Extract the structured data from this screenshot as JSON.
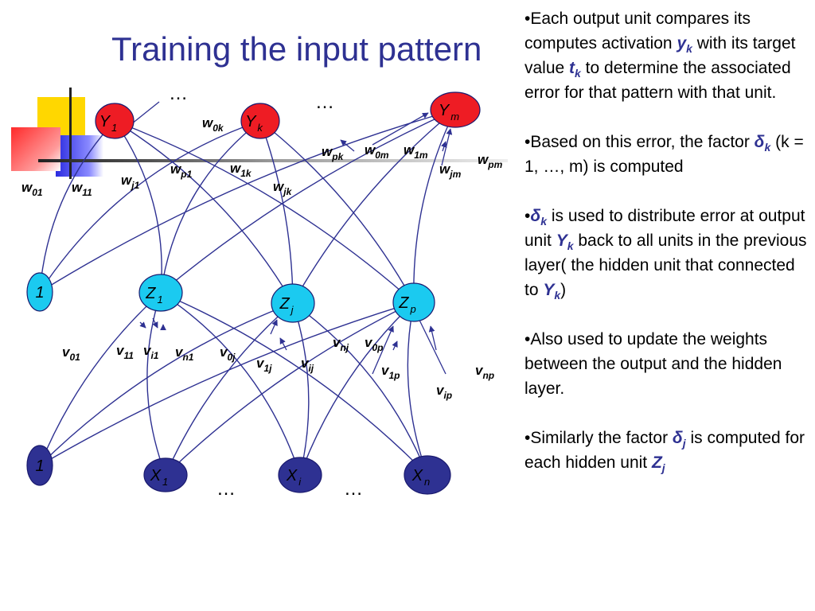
{
  "slide": {
    "title": "Training the input pattern"
  },
  "bullets": [
    {
      "parts": [
        {
          "t": "•Each output unit compares its computes activation "
        },
        {
          "t": "y",
          "sub": "k",
          "v": true
        },
        {
          "t": " with its target value "
        },
        {
          "t": "t",
          "sub": "k",
          "v": true
        },
        {
          "t": " to determine the associated error for that pattern with that unit."
        }
      ]
    },
    {
      "parts": [
        {
          "t": "•Based on this error, the factor "
        },
        {
          "t": "δ",
          "sub": "k",
          "v": true
        },
        {
          "t": " (k = 1, …, m) is computed"
        }
      ]
    },
    {
      "parts": [
        {
          "t": "•"
        },
        {
          "t": "δ",
          "sub": "k",
          "v": true
        },
        {
          "t": " is used to distribute error at output unit "
        },
        {
          "t": "Y",
          "sub": "k",
          "v": true
        },
        {
          "t": " back to all units in the previous layer( the hidden unit that connected to "
        },
        {
          "t": "Y",
          "sub": "k",
          "v": true
        },
        {
          "t": ")"
        }
      ]
    },
    {
      "parts": [
        {
          "t": "•Also used to update the weights between the output and the hidden layer."
        }
      ]
    },
    {
      "parts": [
        {
          "t": "•Similarly the factor "
        },
        {
          "t": "δ",
          "sub": "j",
          "v": true
        },
        {
          "t": " is computed for each hidden unit "
        },
        {
          "t": "Z",
          "sub": "j",
          "v": true
        }
      ]
    }
  ],
  "colors": {
    "title": "#2e3192",
    "edge": "#2e3192",
    "output_node": "#ee1c24",
    "hidden_node": "#1bcaf0",
    "input_node": "#2e3192",
    "deco_yellow": "#ffd700",
    "deco_blue": "#2b2be0",
    "deco_red": "#ff2a2a"
  },
  "nodes": {
    "output": [
      {
        "id": "y1",
        "main": "Y",
        "sub": "1"
      },
      {
        "id": "yk",
        "main": "Y",
        "sub": "k"
      },
      {
        "id": "ym",
        "main": "Y",
        "sub": "m"
      }
    ],
    "hidden": [
      {
        "id": "bias_h",
        "main": "1",
        "sub": ""
      },
      {
        "id": "z1",
        "main": "Z",
        "sub": "1"
      },
      {
        "id": "zj",
        "main": "Z",
        "sub": "j"
      },
      {
        "id": "zp",
        "main": "Z",
        "sub": "p"
      }
    ],
    "input": [
      {
        "id": "bias_i",
        "main": "1",
        "sub": ""
      },
      {
        "id": "x1",
        "main": "X",
        "sub": "1"
      },
      {
        "id": "xi",
        "main": "X",
        "sub": "i"
      },
      {
        "id": "xn",
        "main": "X",
        "sub": "n"
      }
    ]
  },
  "ellipses": [
    "…",
    "…",
    "…",
    "…"
  ],
  "output_weight_labels": [
    {
      "main": "w",
      "sub": "0k"
    },
    {
      "main": "w",
      "sub": "pk"
    },
    {
      "main": "w",
      "sub": "0m"
    },
    {
      "main": "w",
      "sub": "1m"
    },
    {
      "main": "w",
      "sub": "pm"
    },
    {
      "main": "w",
      "sub": "j1"
    },
    {
      "main": "w",
      "sub": "p1"
    },
    {
      "main": "w",
      "sub": "1k"
    },
    {
      "main": "w",
      "sub": "jm"
    },
    {
      "main": "w",
      "sub": "jk"
    },
    {
      "main": "w",
      "sub": "01"
    },
    {
      "main": "w",
      "sub": "11"
    }
  ],
  "input_weight_labels": [
    {
      "main": "v",
      "sub": "01"
    },
    {
      "main": "v",
      "sub": "11"
    },
    {
      "main": "v",
      "sub": "i1"
    },
    {
      "main": "v",
      "sub": "n1"
    },
    {
      "main": "v",
      "sub": "0j"
    },
    {
      "main": "v",
      "sub": "1j"
    },
    {
      "main": "v",
      "sub": "ij"
    },
    {
      "main": "v",
      "sub": "nj"
    },
    {
      "main": "v",
      "sub": "0p"
    },
    {
      "main": "v",
      "sub": "1p"
    },
    {
      "main": "v",
      "sub": "ip"
    },
    {
      "main": "v",
      "sub": "np"
    }
  ]
}
